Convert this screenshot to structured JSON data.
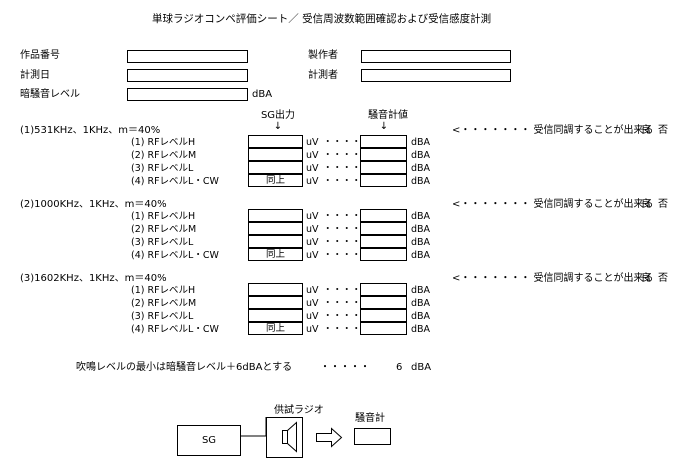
{
  "title": "単球ラジオコンペ評価シート／ 受信周波数範囲確認および受信感度計測",
  "header_fields": {
    "work_number": "作品番号",
    "producer": "製作者",
    "measure_date": "計測日",
    "measurer": "計測者",
    "dark_noise": "暗騒音レベル",
    "dark_noise_unit": "dBA"
  },
  "column_headers": {
    "sg_output": "SG出力",
    "noise_meter": "騒音計値",
    "arrow": "↓"
  },
  "sections": [
    {
      "heading": "(1)531KHz、1KHz、m＝40%",
      "judge_note": "<・・・・・・・ 受信同調することが出来る",
      "good": "良",
      "bad": "否",
      "rows": [
        {
          "label": "(1) RFレベルH",
          "sg_value": "",
          "sg_unit": "uV",
          "arrow": "・・・・・>",
          "meter_unit": "dBA"
        },
        {
          "label": "(2) RFレベルM",
          "sg_value": "",
          "sg_unit": "uV",
          "arrow": "・・・・・>",
          "meter_unit": "dBA"
        },
        {
          "label": "(3) RFレベルL",
          "sg_value": "",
          "sg_unit": "uV",
          "arrow": "・・・・・>",
          "meter_unit": "dBA"
        },
        {
          "label": "(4) RFレベルL・CW",
          "sg_value": "同上",
          "sg_unit": "uV",
          "arrow": "・・・・・>",
          "meter_unit": "dBA"
        }
      ]
    },
    {
      "heading": "(2)1000KHz、1KHz、m＝40%",
      "judge_note": "<・・・・・・・ 受信同調することが出来る",
      "good": "良",
      "bad": "否",
      "rows": [
        {
          "label": "(1) RFレベルH",
          "sg_value": "",
          "sg_unit": "uV",
          "arrow": "・・・・・>",
          "meter_unit": "dBA"
        },
        {
          "label": "(2) RFレベルM",
          "sg_value": "",
          "sg_unit": "uV",
          "arrow": "・・・・・>",
          "meter_unit": "dBA"
        },
        {
          "label": "(3) RFレベルL",
          "sg_value": "",
          "sg_unit": "uV",
          "arrow": "・・・・・>",
          "meter_unit": "dBA"
        },
        {
          "label": "(4) RFレベルL・CW",
          "sg_value": "同上",
          "sg_unit": "uV",
          "arrow": "・・・・・>",
          "meter_unit": "dBA"
        }
      ]
    },
    {
      "heading": "(3)1602KHz、1KHz、m＝40%",
      "judge_note": "<・・・・・・・ 受信同調することが出来る",
      "good": "良",
      "bad": "否",
      "rows": [
        {
          "label": "(1) RFレベルH",
          "sg_value": "",
          "sg_unit": "uV",
          "arrow": "・・・・・>",
          "meter_unit": "dBA"
        },
        {
          "label": "(2) RFレベルM",
          "sg_value": "",
          "sg_unit": "uV",
          "arrow": "・・・・・>",
          "meter_unit": "dBA"
        },
        {
          "label": "(3) RFレベルL",
          "sg_value": "",
          "sg_unit": "uV",
          "arrow": "・・・・・>",
          "meter_unit": "dBA"
        },
        {
          "label": "(4) RFレベルL・CW",
          "sg_value": "同上",
          "sg_unit": "uV",
          "arrow": "・・・・・>",
          "meter_unit": "dBA"
        }
      ]
    }
  ],
  "min_note": {
    "text": "吹鳴レベルの最小は暗騒音レベル＋6dBAとする",
    "dots": "・・・・・",
    "value": "6",
    "unit": "dBA"
  },
  "diagram": {
    "sg_label": "SG",
    "radio_label": "供試ラジオ",
    "meter_label": "騒音計"
  }
}
